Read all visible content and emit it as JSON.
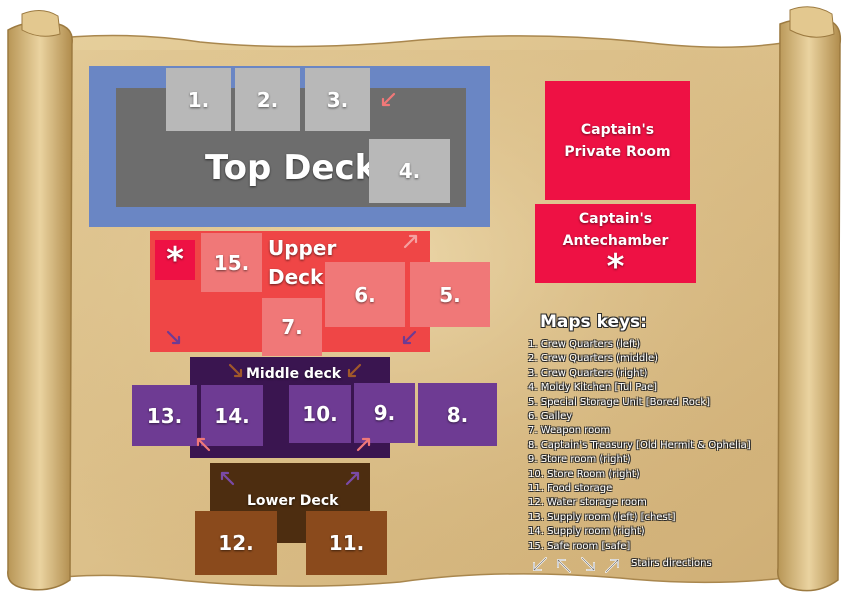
{
  "colors": {
    "parchment": "#dcc08a",
    "top_frame": "#6a86c4",
    "top_deck": "#6d6d6d",
    "top_room": "#b8b8b8",
    "upper_deck": "#ef4646",
    "upper_room": "#f07878",
    "middle_deck": "#3a1550",
    "middle_room": "#6e3b93",
    "lower_deck": "#4d2d10",
    "lower_room": "#8a4a1c",
    "captain": "#ee1144"
  },
  "decks": {
    "top": "Top Deck",
    "upper_line1": "Upper",
    "upper_line2": "Deck",
    "middle": "Middle deck",
    "lower": "Lower Deck"
  },
  "rooms": {
    "r1": "1.",
    "r2": "2.",
    "r3": "3.",
    "r4": "4.",
    "r5": "5.",
    "r6": "6.",
    "r7": "7.",
    "r8": "8.",
    "r9": "9.",
    "r10": "10.",
    "r11": "11.",
    "r12": "12.",
    "r13": "13.",
    "r14": "14.",
    "r15": "15."
  },
  "captain": {
    "private_line1": "Captain's",
    "private_line2": "Private Room",
    "ante_line1": "Captain's",
    "ante_line2": "Antechamber",
    "safe_mark": "*"
  },
  "legend": {
    "title": "Maps keys:",
    "items": [
      "1. Crew Quarters (left)",
      "2. Crew Quarters (middle)",
      "3. Crew Quarters (right)",
      "4. Moldy Kitchen [Tul Pae]",
      "5. Special Storage Unit [Bored Rock]",
      "6. Galley",
      "7. Weapon room",
      "8. Captain's Treasury [Old Hermit & Ophelia]",
      "9. Store room (right)",
      "10. Store Room (right)",
      "11. Food storage",
      "12. Water storage room",
      "13. Supply room (left) [chest]",
      "14. Supply room (right)",
      "15. Safe room [safe]"
    ],
    "stairs": "Stairs directions"
  }
}
